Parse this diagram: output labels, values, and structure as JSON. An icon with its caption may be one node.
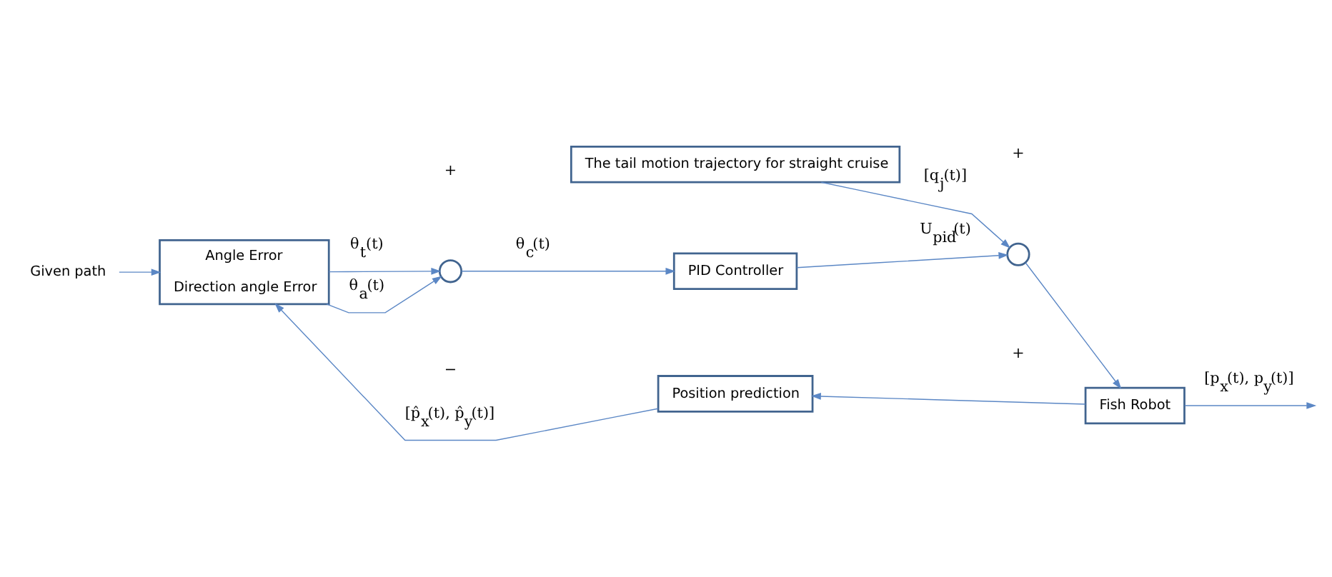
{
  "diagram": {
    "nodes": [
      {
        "text": [
          "The tail motion trajectory for straight cruise"
        ]
      },
      {
        "text": [
          "Given path"
        ]
      },
      {
        "text": [
          "Angle Error",
          "Direction angle Error"
        ]
      },
      {
        "text": [],
        "shape": "circle"
      },
      {
        "text": [
          "PID Controller"
        ]
      },
      {
        "text": [],
        "shape": "circle"
      },
      {
        "text": [
          "Fish Robot"
        ]
      },
      {
        "text": [
          "Position prediction"
        ]
      }
    ],
    "edges": [
      {
        "from": 1,
        "to": 2,
        "arrow": "to"
      },
      {
        "from": 2,
        "to": 3,
        "arrow": "to",
        "label": "θ$_{a}$(t)"
      },
      {
        "from": 2,
        "to": 3,
        "arrow": "to",
        "label": "θ$_{t}$(t)"
      },
      {
        "from": 3,
        "to": 4,
        "arrow": "to",
        "label": "θ$_{c}$(t)"
      },
      {
        "from": 4,
        "to": 5,
        "arrow": "to",
        "label": "U$_{pid}$(t)"
      },
      {
        "from": 0,
        "to": 5,
        "arrow": "to",
        "label": "[q$_{j}$(t)]"
      },
      {
        "from": 5,
        "to": 6,
        "arrow": "to"
      },
      {
        "from": 6,
        "to": null,
        "arrow": "to",
        "label": "[p$_{x}$(t), p$_{y}$(t)]"
      },
      {
        "from": 6,
        "to": 7,
        "arrow": "to"
      },
      {
        "from": 7,
        "to": 2,
        "arrow": "to",
        "label": "[p̂$_{x}$(t), p̂$_{y}$(t)]"
      }
    ],
    "labels": [
      "+",
      "+",
      "−",
      "+"
    ]
  }
}
